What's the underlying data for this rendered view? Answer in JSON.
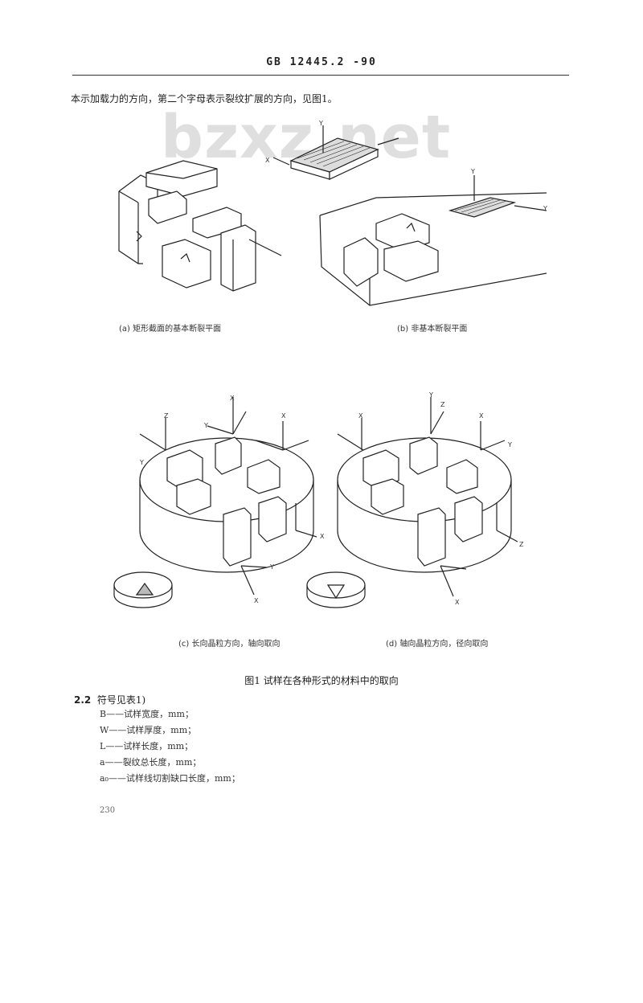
{
  "header": {
    "standard": "GB 12445.2 -90"
  },
  "intro": "本示加载力的方向，第二个字母表示裂纹扩展的方向，见图1。",
  "watermark": "bzxz.net",
  "figure": {
    "sub_a": "(a) 矩形截面的基本断裂平面",
    "sub_b": "(b) 非基本断裂平面",
    "sub_c": "(c) 长向晶粒方向，轴向取向",
    "sub_d": "(d) 轴向晶粒方向，径向取向",
    "title": "图1  试样在各种形式的材料中的取向",
    "axis_labels": [
      "X",
      "Y",
      "Z"
    ]
  },
  "section": {
    "number": "2.2",
    "title": "符号见表1)",
    "symbols": [
      {
        "sym": "B",
        "text": "——试样宽度，mm；"
      },
      {
        "sym": "W",
        "text": "——试样厚度，mm；"
      },
      {
        "sym": "L",
        "text": "——试样长度，mm；"
      },
      {
        "sym": "a",
        "text": "——裂纹总长度，mm；"
      },
      {
        "sym": "a₀",
        "text": "——试样线切割缺口长度，mm；"
      }
    ]
  },
  "page_number": "230"
}
